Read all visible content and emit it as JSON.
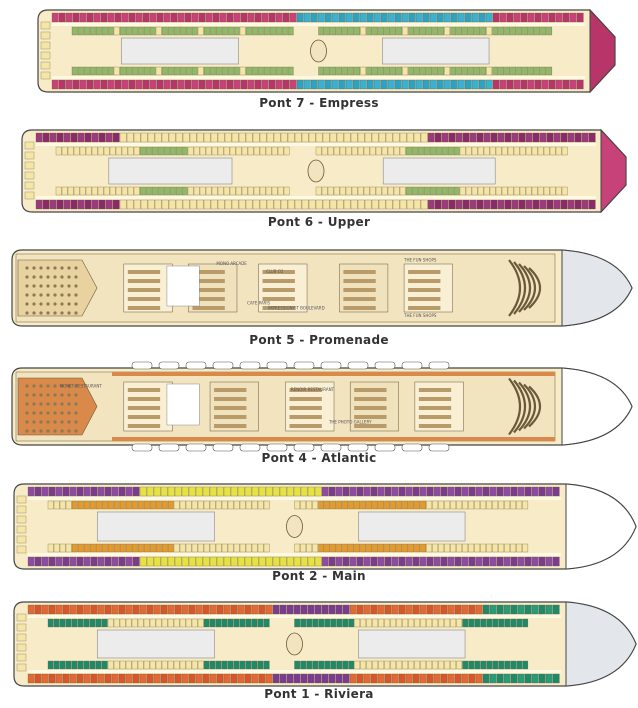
{
  "decks": [
    {
      "label": "Pont 7 - Empress",
      "style": "cabins",
      "palette": [
        "#b8356a",
        "#c8427a",
        "#2aa3c4",
        "#3bb0cf",
        "#8fb86a",
        "#f5e6a8"
      ],
      "bow_color": "#b8356a",
      "annotations": []
    },
    {
      "label": "Pont 6 - Upper",
      "style": "cabins",
      "palette": [
        "#8a2a6a",
        "#9b3a7c",
        "#8fb86a",
        "#f5e6a8",
        "#b8356a"
      ],
      "bow_color": "#c8427a",
      "annotations": []
    },
    {
      "label": "Pont 5 - Promenade",
      "style": "public",
      "palette": [
        "#f3e4c0",
        "#e8d3a0",
        "#ffffff"
      ],
      "bow_color": "#e3e6ea",
      "annotations": [
        "IMPRESSIONIST BOULEVARD",
        "MONO ARCADE",
        "THE FUN SHOPS",
        "THE FUN SHOPS",
        "CLUB O2",
        "CAFE PARIS"
      ]
    },
    {
      "label": "Pont 4 - Atlantic",
      "style": "public",
      "palette": [
        "#f3e4c0",
        "#d9894a",
        "#ffffff"
      ],
      "bow_color": "#ffffff",
      "annotations": [
        "MONET RESTAURANT",
        "RENOIR RESTAURANT",
        "THE PHOTO GALLERY"
      ]
    },
    {
      "label": "Pont 2 - Main",
      "style": "cabins",
      "palette": [
        "#7a3c8f",
        "#8e4ba3",
        "#e6e243",
        "#e39b2e",
        "#f5e6a8"
      ],
      "bow_color": "#ffffff",
      "annotations": []
    },
    {
      "label": "Pont 1 - Riviera",
      "style": "cabins",
      "palette": [
        "#d9562a",
        "#e06a35",
        "#1f8a6a",
        "#2a9b78",
        "#7a3c8f",
        "#f5e6a8"
      ],
      "bow_color": "#e3e6ea",
      "annotations": []
    }
  ]
}
